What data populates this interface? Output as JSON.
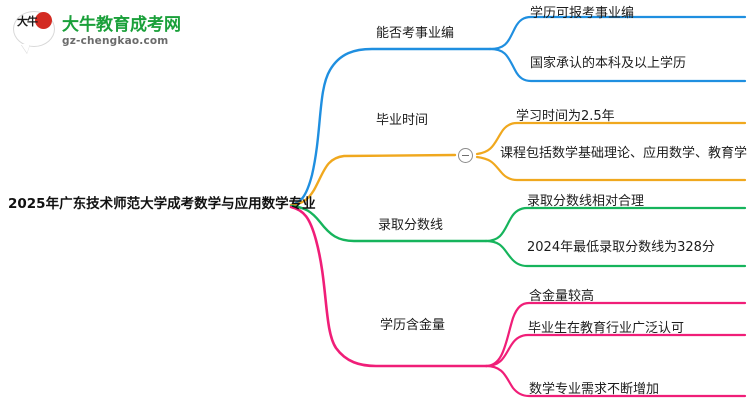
{
  "logo": {
    "mark_text": "大牛",
    "title": "大牛教育成考网",
    "subtitle": "gz-chengkao.com",
    "brand_green": "#1aa03a",
    "brand_red": "#d32b22"
  },
  "mindmap": {
    "root": {
      "label": "2025年广东技术师范大学成考数学与应用数学专业"
    },
    "branches": [
      {
        "label": "能否考事业编",
        "color": "#1f8fe0",
        "children": [
          {
            "label": "学历可报考事业编"
          },
          {
            "label": "国家承认的本科及以上学历"
          }
        ]
      },
      {
        "label": "毕业时间",
        "color": "#f0a81e",
        "collapsed_toggle": "minus",
        "children": [
          {
            "label": "学习时间为2.5年"
          },
          {
            "label": "课程包括数学基础理论、应用数学、教育学"
          }
        ]
      },
      {
        "label": "录取分数线",
        "color": "#16b45c",
        "children": [
          {
            "label": "录取分数线相对合理"
          },
          {
            "label": "2024年最低录取分数线为328分"
          }
        ]
      },
      {
        "label": "学历含金量",
        "color": "#f01e78",
        "children": [
          {
            "label": "含金量较高"
          },
          {
            "label": "毕业生在教育行业广泛认可"
          },
          {
            "label": "数学专业需求不断增加"
          }
        ]
      }
    ]
  }
}
